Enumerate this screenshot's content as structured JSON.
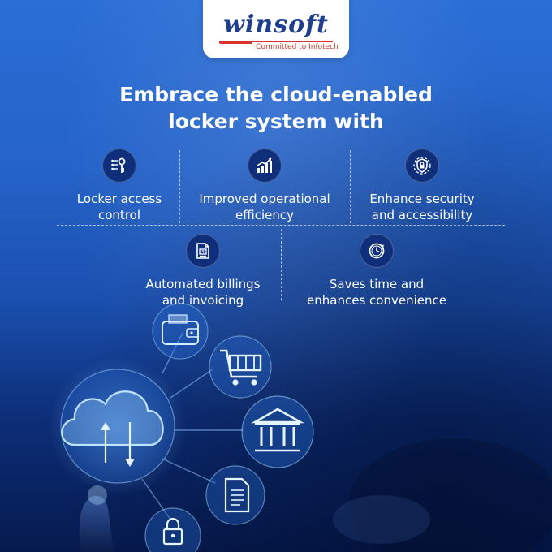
{
  "brand": {
    "name": "winsoft",
    "tagline": "Committed to Infotech"
  },
  "headline": {
    "line1": "Embrace the cloud-enabled",
    "line2": "locker system with"
  },
  "features": [
    {
      "line1": "Locker access",
      "line2": "control",
      "icon": "key-circuit-icon"
    },
    {
      "line1": "Improved operational",
      "line2": "efficiency",
      "icon": "growth-chart-icon"
    },
    {
      "line1": "Enhance security",
      "line2": "and accessibility",
      "icon": "shield-lock-icon"
    },
    {
      "line1": "Automated billings",
      "line2": "and invoicing",
      "icon": "invoice-icon"
    },
    {
      "line1": "Saves time and",
      "line2": "enhances convenience",
      "icon": "clock-icon"
    }
  ],
  "illustration_icons": [
    "cloud-upload-download-icon",
    "wallet-icon",
    "shopping-cart-icon",
    "bank-icon",
    "document-icon",
    "padlock-icon"
  ],
  "colors": {
    "background_top": "#2a6ed6",
    "background_bottom": "#061a4e",
    "logo_blue": "#1e3f8f",
    "logo_red": "#d8322c",
    "icon_circle": "#0f2f7a"
  }
}
